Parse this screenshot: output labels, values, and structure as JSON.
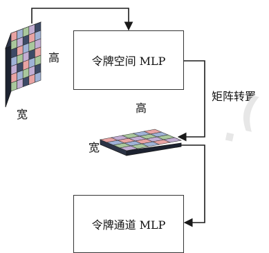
{
  "nodes": {
    "token_space_mlp": "令牌空间 MLP",
    "token_channel_mlp": "令牌通道 MLP"
  },
  "labels": {
    "height_1": "高",
    "width_1": "宽",
    "height_2": "高",
    "width_2": "宽",
    "transpose": "矩阵转置"
  },
  "colors": {
    "line": "#1a1a1a",
    "tile_red": "#e8a3a3",
    "tile_blue": "#9fb2d6",
    "tile_green": "#a9c79c",
    "tile_lilac": "#c2add3",
    "tile_dark": "#3d4a66"
  }
}
